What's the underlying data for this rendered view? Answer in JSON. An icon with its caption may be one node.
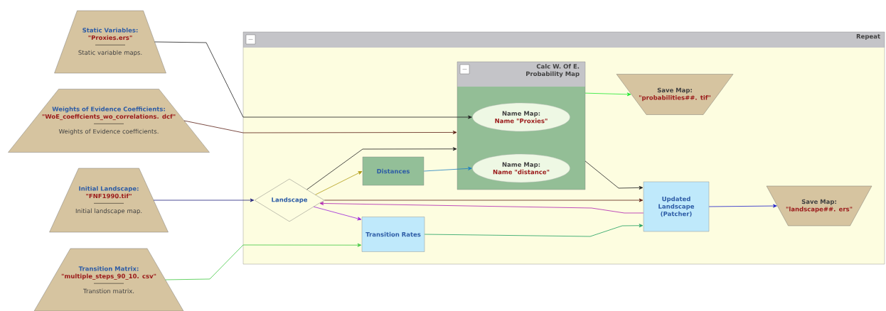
{
  "diagram": {
    "nodes": [
      {
        "text": [
          "Static Variables:",
          "\"Proxies.ers\"",
          "Static variable maps."
        ]
      },
      {
        "text": [
          "Weights of Evidence Coefficients:",
          "\"WoE_coeffcients_wo_correlations. dcf\"",
          "Weights of Evidence coefficients."
        ]
      },
      {
        "text": [
          "Initial Landscape:",
          "\"FNF1990.tif\"",
          "Initial landscape map."
        ]
      },
      {
        "text": [
          "Transition Matrix:",
          "\"multiple_steps_90_10. csv\"",
          "Transtion matrix."
        ]
      },
      {
        "text": [
          "Repeat"
        ]
      },
      {
        "text": [
          "Landscape"
        ],
        "in": 4
      },
      {
        "text": [
          "Distances"
        ],
        "in": 4
      },
      {
        "text": [
          "Transition Rates"
        ],
        "in": 4
      },
      {
        "text": [
          "Calc W. Of E. Probability Map"
        ],
        "in": 4
      },
      {
        "text": [
          "Name Map:",
          "Name \"Proxies\""
        ],
        "in": 8
      },
      {
        "text": [
          "Name Map:",
          "Name \"distance\""
        ],
        "in": 8
      },
      {
        "text": [
          "Save Map:",
          "\"probabilities##. tif\""
        ],
        "in": 4
      },
      {
        "text": [
          "Updated Landscape (Patcher)"
        ],
        "in": 4
      },
      {
        "text": [
          "Save Map:",
          "\"landscape##. ers\""
        ],
        "in": 4
      }
    ],
    "edges": [
      {
        "from": 0,
        "to": 9,
        "arrow": "to"
      },
      {
        "from": 1,
        "to": 8,
        "arrow": "to",
        "color": "#5a1e14"
      },
      {
        "from": 5,
        "to": 8,
        "arrow": "to"
      },
      {
        "from": 5,
        "to": 6,
        "arrow": "to",
        "color": "#b09a10"
      },
      {
        "from": 6,
        "to": 10,
        "arrow": "to",
        "color": "#2080c0"
      },
      {
        "from": 5,
        "to": 7,
        "arrow": "to",
        "color": "#9a20d8"
      },
      {
        "from": 2,
        "to": 5,
        "arrow": "to",
        "color": "#20207a"
      },
      {
        "from": 3,
        "to": 7,
        "arrow": "to",
        "color": "#40c840"
      },
      {
        "from": 8,
        "to": 11,
        "arrow": "to",
        "color": "#20e830"
      },
      {
        "from": 8,
        "to": 12,
        "arrow": "to"
      },
      {
        "from": 5,
        "to": 12,
        "arrow": "to",
        "color": "#5a1e14"
      },
      {
        "from": 12,
        "to": 5,
        "arrow": "to",
        "color": "#b020b0"
      },
      {
        "from": 7,
        "to": 12,
        "arrow": "to",
        "color": "#20a060"
      },
      {
        "from": 12,
        "to": 13,
        "arrow": "to",
        "color": "#2020c8"
      }
    ]
  }
}
